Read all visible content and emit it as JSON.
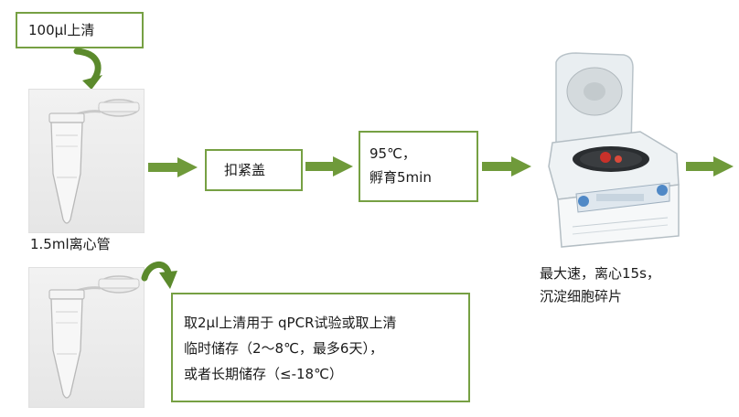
{
  "top_label": "100μl上清",
  "tube_label": "1.5ml离心管",
  "step_close_lid": "扣紧盖",
  "step_incubate": {
    "line1": "95℃，",
    "line2": "孵育5min"
  },
  "centrifuge_caption": {
    "line1": "最大速，离心15s，",
    "line2": "沉淀细胞碎片"
  },
  "storage_note": {
    "line1": "取2μl上清用于 qPCR试验或取上清",
    "line2": "临时储存（2～8℃，最多6天），",
    "line3": "或者长期储存（≤-18℃）"
  },
  "colors": {
    "accent_green": "#76a043",
    "arrow_green": "#6f9a3a"
  }
}
